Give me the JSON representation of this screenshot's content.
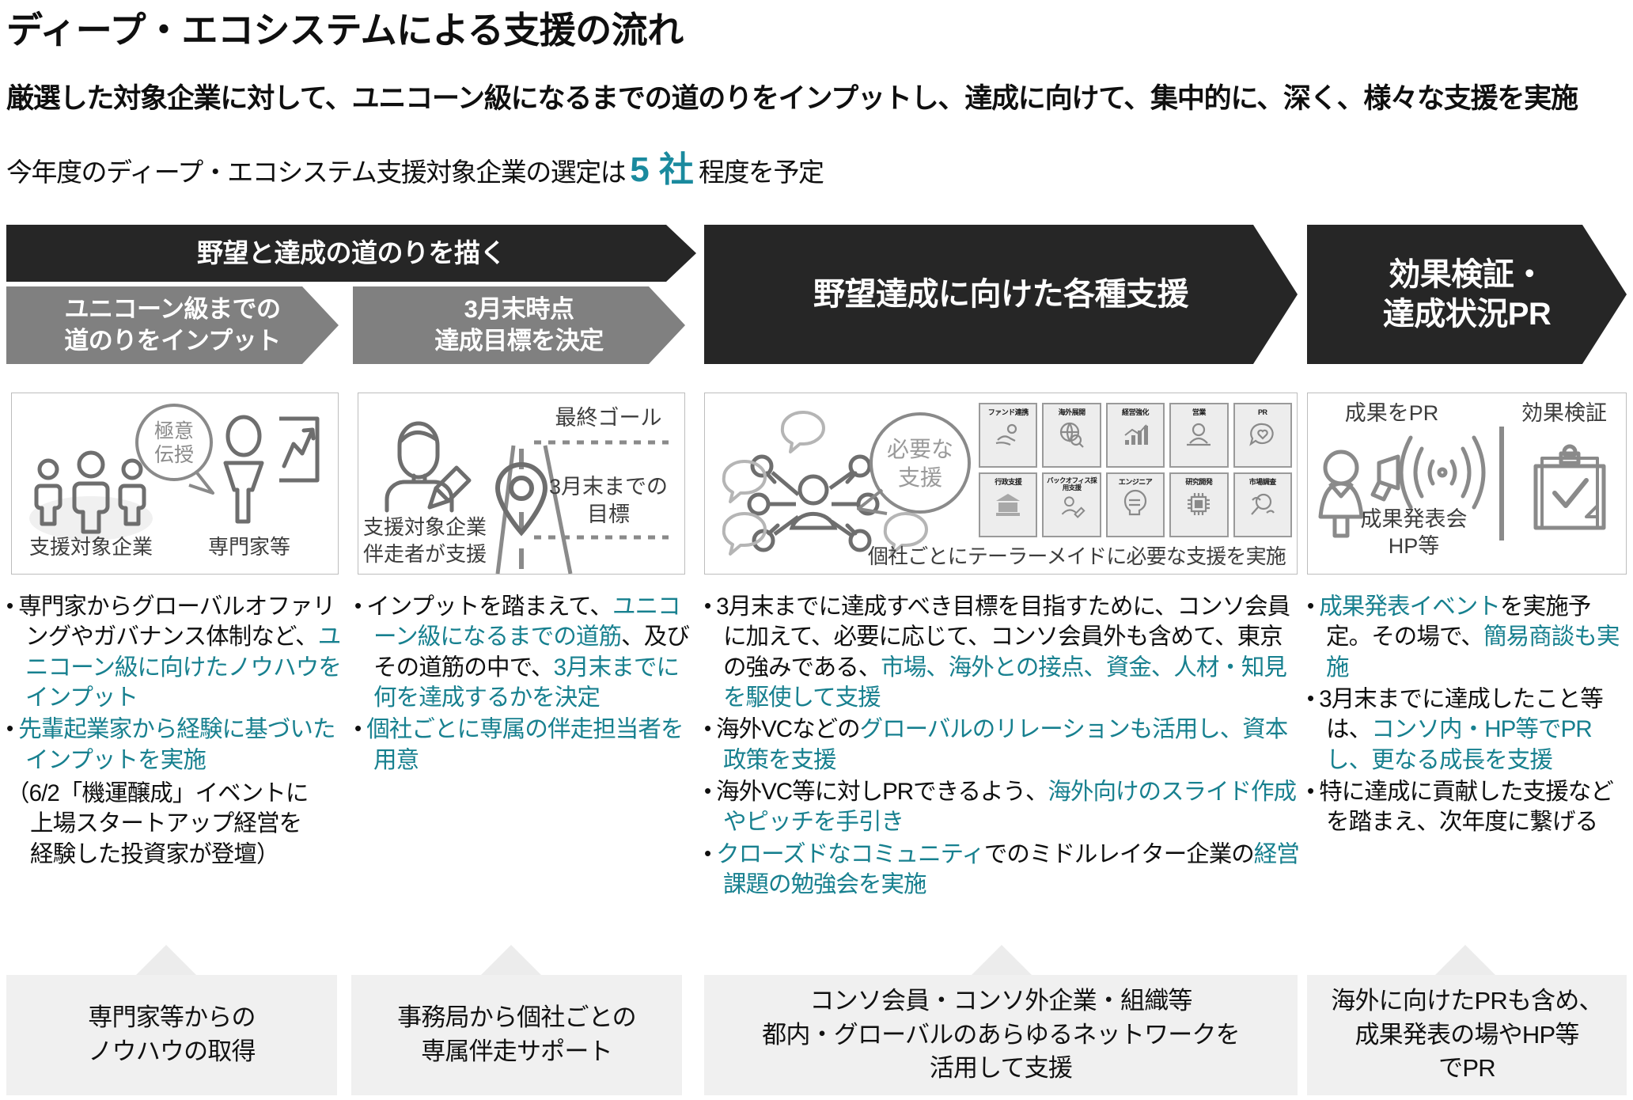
{
  "title": "ディープ・エコシステムによる支援の流れ",
  "subtitle_1": "厳選した対象企業に対して、ユニコーン級になるまでの道のりをインプットし、達成に向けて、集中的に、深く、様々な支援を実施",
  "subtitle_2": {
    "before": "今年度のディープ・エコシステム支援対象企業の選定は",
    "accent": "5 社",
    "after": "程度を予定"
  },
  "accent_color": "#17808f",
  "banners": {
    "phase_1_2": "野望と達成の道のりを描く",
    "phase_3": "野望達成に向けた各種支援",
    "phase_4": "効果検証・\n達成状況PR",
    "phase_4_line1": "効果検証・",
    "phase_4_line2": "達成状況PR"
  },
  "subbanners": {
    "col1_line1": "ユニコーン級までの",
    "col1_line2": "道のりをインプット",
    "col2_line1": "3月末時点",
    "col2_line2": "達成目標を決定"
  },
  "illustrations": {
    "col1": {
      "bubble_line1": "極意",
      "bubble_line2": "伝授",
      "label_left": "支援対象企業",
      "label_right": "専門家等"
    },
    "col2": {
      "goal_label": "最終ゴール",
      "target_line1": "3月末までの",
      "target_line2": "目標",
      "label_line1": "支援対象企業",
      "label_line2": "伴走者が支援"
    },
    "col3": {
      "bubble_line1": "必要な",
      "bubble_line2": "支援",
      "caption": "個社ごとにテーラーメイドに必要な支援を実施",
      "tiles": [
        "ファンド連携",
        "海外展開",
        "経営強化",
        "営業",
        "PR",
        "行政支援",
        "バックオフィス採用支援",
        "エンジニア",
        "研究開発",
        "市場調査"
      ]
    },
    "col4": {
      "label_pr": "成果をPR",
      "label_verify": "効果検証",
      "event_line1": "成果発表会",
      "event_line2": "HP等"
    }
  },
  "columns": [
    {
      "bullets": [
        [
          {
            "t": "専門家からグローバルオファリングやガバナンス体制など、",
            "c": "bk"
          },
          {
            "t": "ユニコーン級に向けたノウハウをインプット",
            "c": "tl"
          }
        ],
        [
          {
            "t": "先輩起業家から経験に基づいたインプットを実施",
            "c": "tl"
          }
        ]
      ],
      "note": "（6/2「機運醸成」イベントに\n　上場スタートアップ経営を\n　経験した投資家が登壇）",
      "note_line1": "（6/2「機運醸成」イベントに",
      "note_line2": "上場スタートアップ経営を",
      "note_line3": "経験した投資家が登壇）"
    },
    {
      "bullets": [
        [
          {
            "t": "インプットを踏まえて、",
            "c": "bk"
          },
          {
            "t": "ユニコーン級になるまでの道筋",
            "c": "tl"
          },
          {
            "t": "、及びその道筋の中で、",
            "c": "bk"
          },
          {
            "t": "3月末までに何を達成するかを決定",
            "c": "tl"
          }
        ],
        [
          {
            "t": "個社ごとに専属の伴走担当者を用意",
            "c": "tl"
          }
        ]
      ]
    },
    {
      "bullets": [
        [
          {
            "t": "3月末までに達成すべき目標を目指すために、コンソ会員に加えて、必要に応じて、コンソ会員外も含めて、東京の強みである、",
            "c": "bk"
          },
          {
            "t": "市場、海外との接点、資金、人材・知見を駆使して支援",
            "c": "tl"
          }
        ],
        [
          {
            "t": "海外VCなどの",
            "c": "bk"
          },
          {
            "t": "グローバルのリレーションも活用し、資本政策を支援",
            "c": "tl"
          }
        ],
        [
          {
            "t": "海外VC等に対しPRできるよう、",
            "c": "bk"
          },
          {
            "t": "海外向けのスライド作成やピッチを手引き",
            "c": "tl"
          }
        ],
        [
          {
            "t": "クローズドなコミュニティ",
            "c": "tl"
          },
          {
            "t": "でのミドルレイター企業の",
            "c": "bk"
          },
          {
            "t": "経営課題の勉強会を実施",
            "c": "tl"
          }
        ]
      ]
    },
    {
      "bullets": [
        [
          {
            "t": "成果発表イベント",
            "c": "tl"
          },
          {
            "t": "を実施予定。その場で、",
            "c": "bk"
          },
          {
            "t": "簡易商談も実施",
            "c": "tl"
          }
        ],
        [
          {
            "t": "3月末までに達成したこと等は、",
            "c": "bk"
          },
          {
            "t": "コンソ内・HP等でPRし、更なる成長を支援",
            "c": "tl"
          }
        ],
        [
          {
            "t": "特に達成に貢献した支援などを踏まえ、次年度に繋げる",
            "c": "bk"
          }
        ]
      ]
    }
  ],
  "bottom_boxes": [
    {
      "line1": "専門家等からの",
      "line2": "ノウハウの取得"
    },
    {
      "line1": "事務局から個社ごとの",
      "line2": "専属伴走サポート"
    },
    {
      "line1": "コンソ会員・コンソ外企業・組織等",
      "line2": "都内・グローバルのあらゆるネットワークを",
      "line3": "活用して支援"
    },
    {
      "line1": "海外に向けたPRも含め、",
      "line2": "成果発表の場やHP等",
      "line3": "でPR"
    }
  ]
}
